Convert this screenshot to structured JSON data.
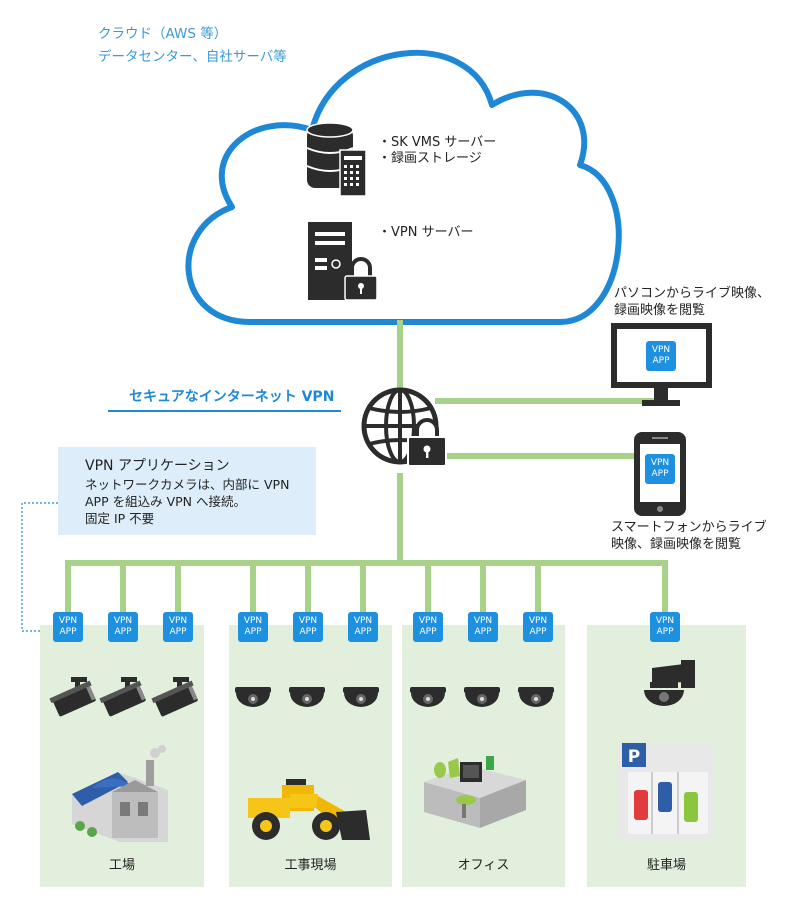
{
  "cloud": {
    "caption_line1": "クラウド（AWS 等）",
    "caption_line2": "データセンター、自社サーバ等",
    "server_label_1": "・SK VMS サーバー",
    "server_label_2": "・録画ストレージ",
    "vpn_server_label": "・VPN サーバー"
  },
  "network": {
    "secure_vpn_label": "セキュアなインターネット VPN"
  },
  "pc": {
    "caption_line1": "パソコンからライブ映像、",
    "caption_line2": "録画映像を閲覧",
    "badge_line1": "VPN",
    "badge_line2": "APP"
  },
  "smartphone": {
    "caption_line1": "スマートフォンからライブ",
    "caption_line2": "映像、録画映像を閲覧",
    "badge_line1": "VPN",
    "badge_line2": "APP"
  },
  "vpn_app_box": {
    "title": "VPN アプリケーション",
    "line1": "ネットワークカメラは、内部に VPN",
    "line2": "APP を組込み VPN へ接続。",
    "line3": "固定 IP 不要"
  },
  "badge": {
    "line1": "VPN",
    "line2": "APP"
  },
  "sites": [
    {
      "label": "工場"
    },
    {
      "label": "工事現場"
    },
    {
      "label": "オフィス"
    },
    {
      "label": "駐車場"
    }
  ],
  "parking_sign": "P",
  "colors": {
    "cloud_outline": "#1e88d6",
    "network_line": "#a8d28a",
    "badge": "#1e90e0",
    "zone_background": "#e1efdc",
    "info_box": "#ddeefa",
    "heading_blue": "#1e88d6"
  }
}
